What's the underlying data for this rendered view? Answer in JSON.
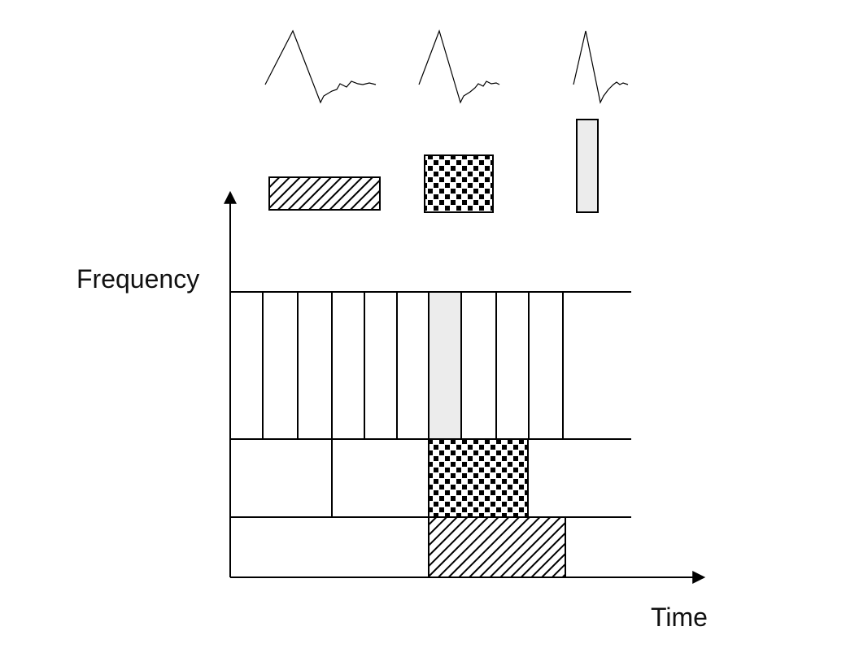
{
  "labels": {
    "y_axis": "Frequency",
    "x_axis": "Time"
  },
  "colors": {
    "stroke": "#000000",
    "highlight_fill": "#ececec",
    "background": "#ffffff"
  },
  "patterns": {
    "wide_window": "diagonal-hatch",
    "medium_window": "checker-dots",
    "narrow_window": "light-gray"
  }
}
